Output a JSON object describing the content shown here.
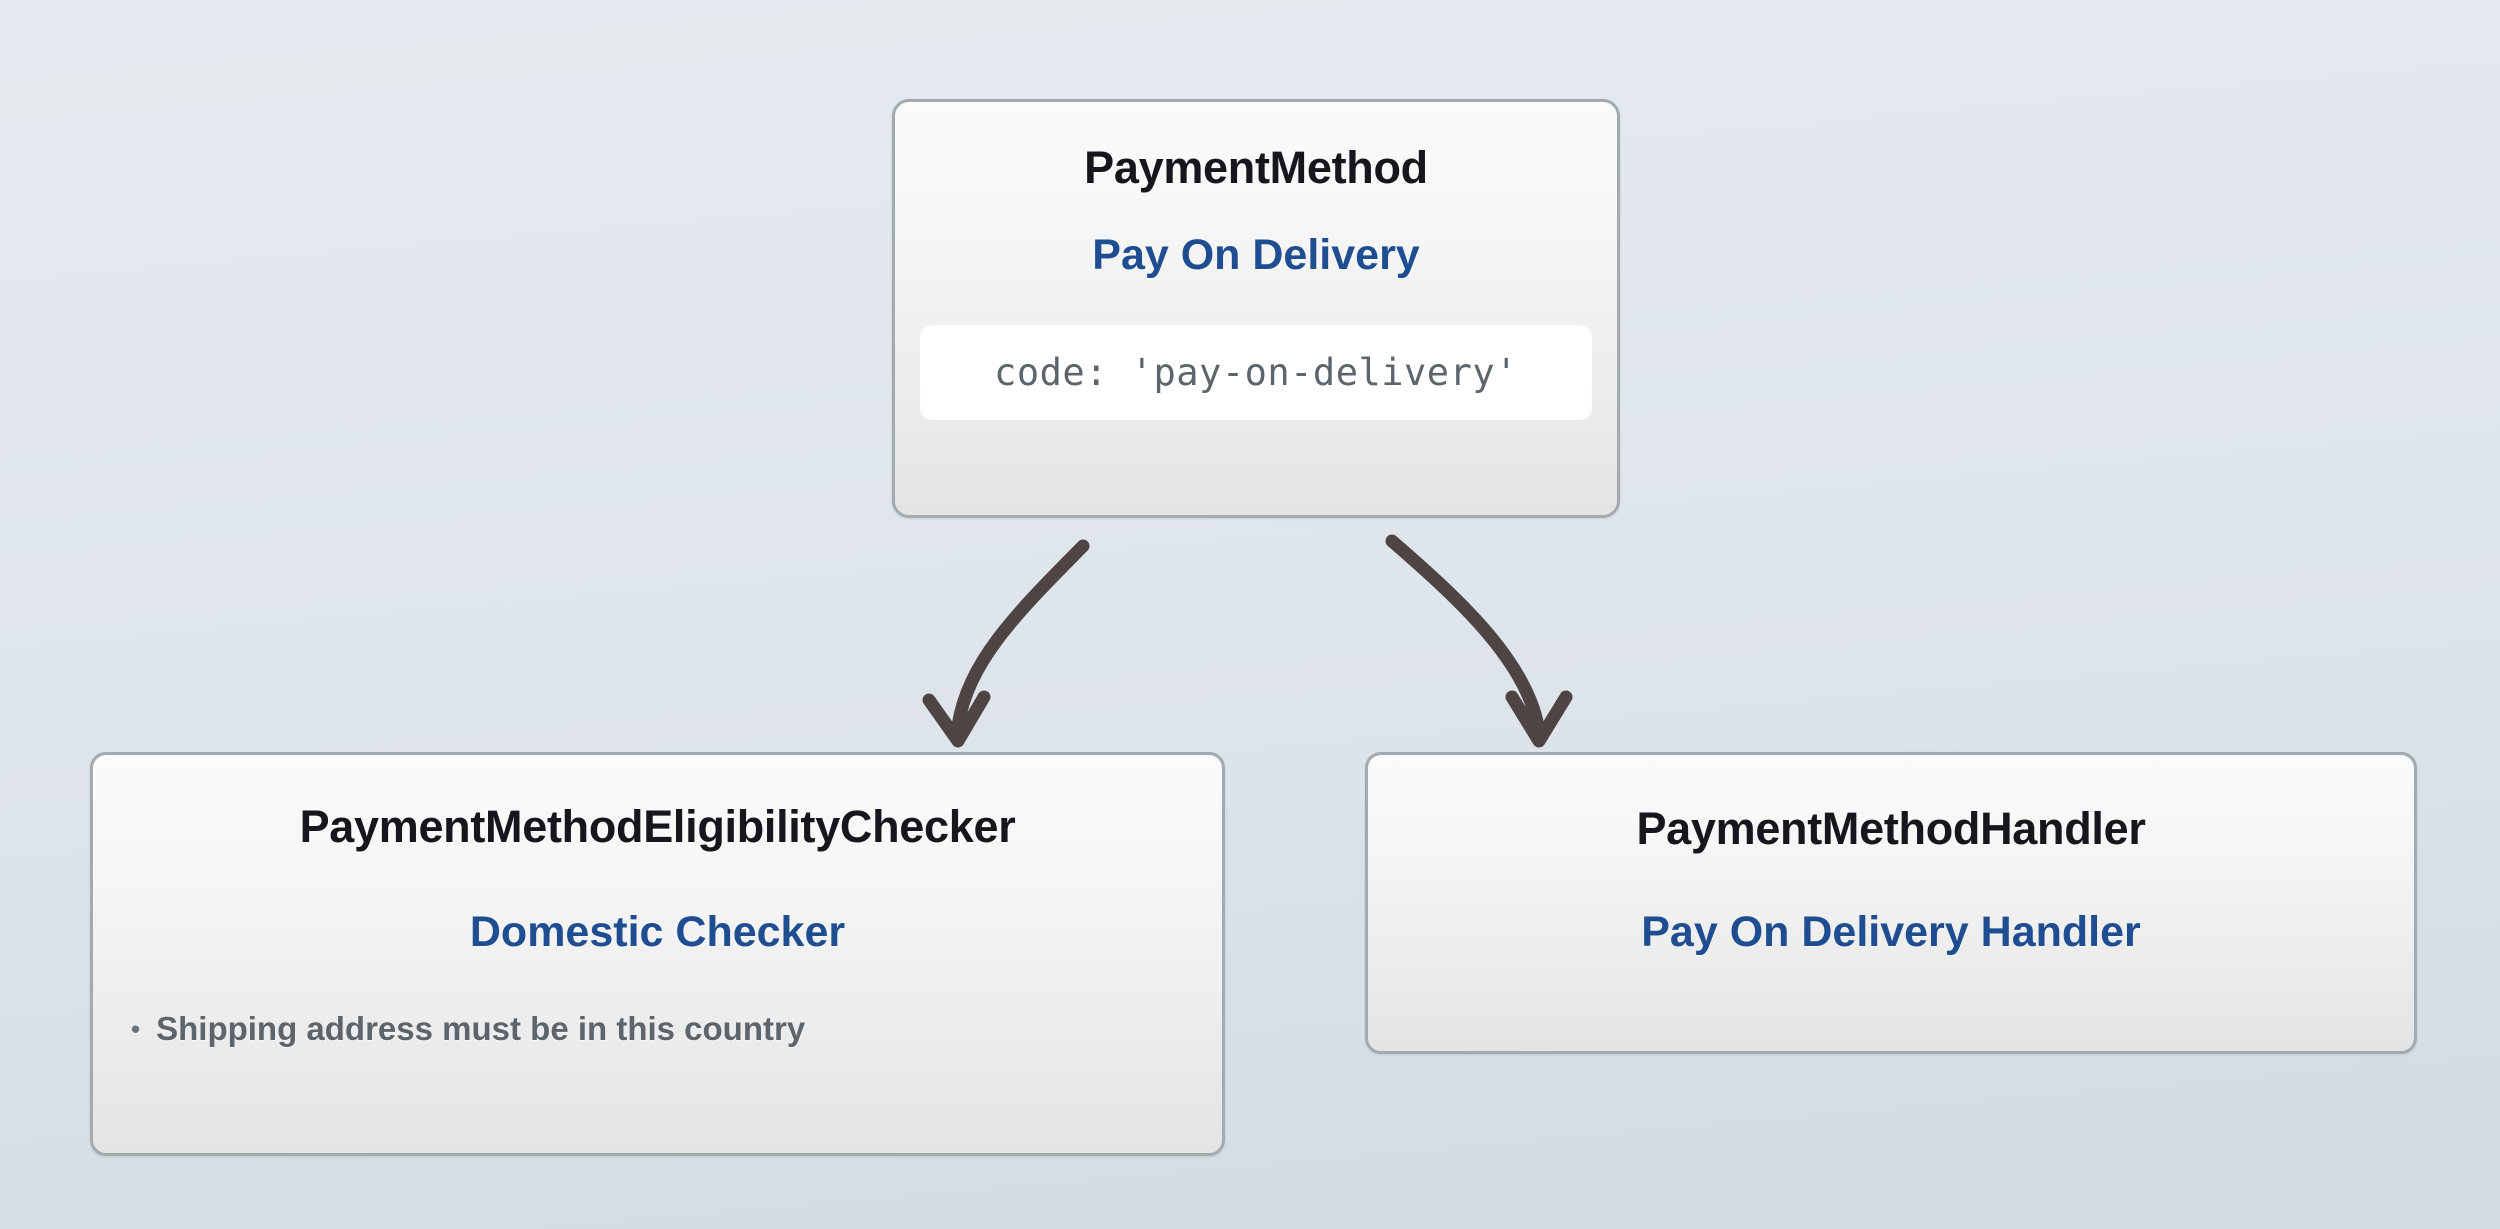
{
  "diagram": {
    "background_top_color": "#e4eaef",
    "background_bottom_color": "#d2dbe2",
    "accent_blue": "#1f4d91",
    "title_color": "#16161c",
    "muted_text_color": "#5d656a",
    "card_border_color": "#a2abaf",
    "arrow_color": "#4f4444",
    "nodes": [
      {
        "id": "payment-method",
        "title": "PaymentMethod",
        "subtitle": "Pay On Delivery",
        "code": "code: 'pay-on-delivery'"
      },
      {
        "id": "payment-method-eligibility-checker",
        "title": "PaymentMethodEligibilityChecker",
        "subtitle": "Domestic Checker",
        "bullets": [
          {
            "marker": "•",
            "text": "Shipping address must be in this country"
          }
        ]
      },
      {
        "id": "payment-method-handler",
        "title": "PaymentMethodHandler",
        "subtitle": "Pay On Delivery Handler"
      }
    ],
    "edges": [
      {
        "id": "edge-to-eligibility-checker",
        "from": "payment-method",
        "to": "payment-method-eligibility-checker",
        "style": "curved-arrow"
      },
      {
        "id": "edge-to-handler",
        "from": "payment-method",
        "to": "payment-method-handler",
        "style": "curved-arrow"
      }
    ]
  }
}
